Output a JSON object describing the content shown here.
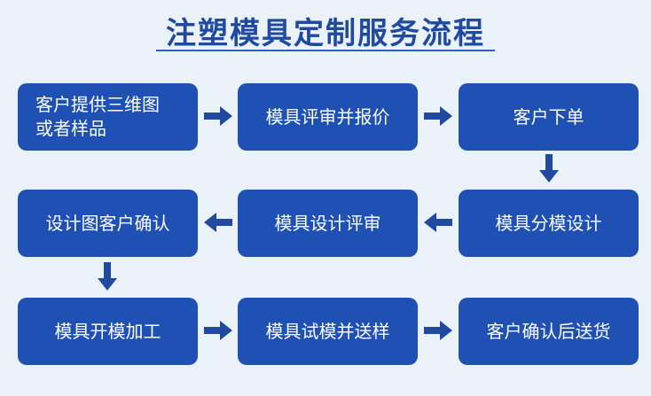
{
  "title": "注塑模具定制服务流程",
  "steps": [
    {
      "label": "客户提供三维图\n或者样品"
    },
    {
      "label": "模具评审并报价"
    },
    {
      "label": "客户下单"
    },
    {
      "label": "模具分模设计"
    },
    {
      "label": "模具设计评审"
    },
    {
      "label": "设计图客户确认"
    },
    {
      "label": "模具开模加工"
    },
    {
      "label": "模具试模并送样"
    },
    {
      "label": "客户确认后送货"
    }
  ],
  "colors": {
    "background": "#eaf1f8",
    "box": "#1f50b4",
    "arrow": "#1f4aa0",
    "title": "#1f4aa0"
  }
}
